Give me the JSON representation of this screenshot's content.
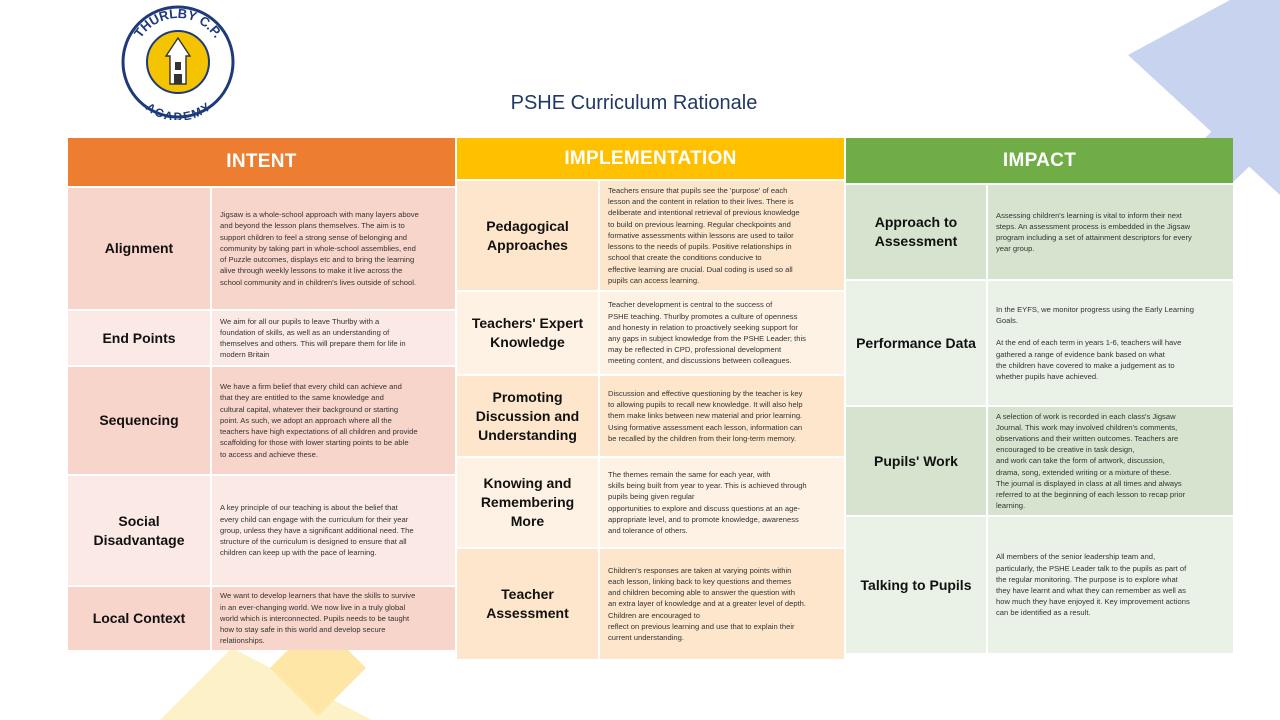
{
  "title": "PSHE Curriculum Rationale",
  "logo": {
    "top_text": "THURLBY C.P.",
    "bottom_text": "ACADEMY"
  },
  "colors": {
    "intent_header": "#ed7d31",
    "intent_odd": "#f8d5cb",
    "intent_even": "#fbe9e5",
    "impl_header": "#ffc000",
    "impl_odd": "#fde6cc",
    "impl_even": "#fef2e5",
    "impact_header": "#70ad47",
    "impact_odd": "#d6e4cf",
    "impact_even": "#eaf1e7"
  },
  "intent": {
    "header": "INTENT",
    "rows": [
      {
        "label": "Alignment",
        "text": "Jigsaw is a whole-school approach with many layers above\nand beyond the lesson plans themselves. The aim is to\nsupport children to feel a strong sense of belonging and\ncommunity by taking part in whole-school assemblies, end\nof Puzzle outcomes, displays etc and to bring the learning\nalive through weekly lessons to make it live across the\nschool community and in children's lives outside of school."
      },
      {
        "label": "End Points",
        "text": "We aim for all our pupils to leave Thurlby with a\nfoundation of skills, as well as an understanding of\nthemselves and others. This will prepare them for life in\nmodern Britain"
      },
      {
        "label": "Sequencing",
        "text": "We have a firm belief that every child can achieve and\nthat they are entitled to the same knowledge and\ncultural capital, whatever their background or starting\npoint. As such, we adopt an approach where all the\nteachers have high expectations of all children and provide\nscaffolding for those with lower starting points to be able\nto access and achieve these."
      },
      {
        "label": "Social Disadvantage",
        "text": "A key principle of our teaching is about the belief that\nevery child can engage with the curriculum for their year\ngroup, unless they have a significant additional need. The\nstructure of the curriculum is designed to ensure that all\nchildren can keep up with the pace of learning."
      },
      {
        "label": "Local Context",
        "text": "We want to develop learners that have the skills to survive\nin an ever-changing world. We now live in a truly global\nworld which is interconnected. Pupils needs to be taught\nhow to stay safe in this world and develop secure\nrelationships."
      }
    ]
  },
  "implementation": {
    "header": "IMPLEMENTATION",
    "rows": [
      {
        "label": "Pedagogical Approaches",
        "text": "Teachers ensure that pupils see the 'purpose' of each\nlesson and the content in relation to their lives. There is\ndeliberate and intentional retrieval of previous knowledge\nto build on previous learning. Regular checkpoints and\nformative assessments within lessons are used to tailor\nlessons to the needs of pupils. Positive relationships in\nschool that create the conditions conducive to\neffective learning are crucial. Dual coding is used so all\npupils can access learning."
      },
      {
        "label": "Teachers' Expert Knowledge",
        "text": "Teacher development is central to the success of\nPSHE teaching. Thurlby promotes a culture of openness\nand honesty in relation to proactively seeking support for\nany gaps in subject knowledge from the PSHE Leader; this\nmay be reflected in CPD, professional development\nmeeting content, and discussions between colleagues."
      },
      {
        "label": "Promoting Discussion and Understanding",
        "text": "Discussion and effective questioning by the teacher is key\nto allowing pupils to recall new knowledge. It will also help\nthem make links between new material and prior learning.\nUsing formative assessment each lesson, information can\nbe recalled by the children from their long-term memory."
      },
      {
        "label": "Knowing and Remembering More",
        "text": "The themes remain the same for each year, with\nskills being built from year to year. This is achieved through\npupils being given regular\nopportunities to explore and discuss questions at an age-\nappropriate level, and to promote knowledge, awareness\nand tolerance of others."
      },
      {
        "label": "Teacher Assessment",
        "text": "Children's responses are taken at varying points within\neach lesson, linking back to key questions and themes\nand children becoming able to answer the question with\nan extra layer of knowledge and at a greater level of depth.\nChildren are encouraged to\nreflect on previous learning and use that to explain their\ncurrent understanding."
      }
    ]
  },
  "impact": {
    "header": "IMPACT",
    "rows": [
      {
        "label": "Approach to Assessment",
        "text": "Assessing children's learning is vital to inform their next\nsteps. An assessment process is embedded in the Jigsaw\nprogram including a set of attainment descriptors for every\nyear group."
      },
      {
        "label": "Performance Data",
        "text": "In the EYFS, we monitor progress using the Early Learning\nGoals.\n\nAt the end of each term in years 1-6, teachers will have\ngathered a range of evidence bank based on what\nthe children have covered to make a judgement as to\nwhether pupils have achieved."
      },
      {
        "label": "Pupils' Work",
        "text": "A selection of work is recorded in each class's Jigsaw\nJournal. This work may involved children's comments,\nobservations and their written outcomes. Teachers are\nencouraged to be creative in task design,\nand work can take the form of artwork, discussion,\ndrama, song, extended writing or a mixture of these.\nThe journal is displayed in class at all times and always\nreferred to at the beginning of each lesson to recap prior\nlearning."
      },
      {
        "label": "Talking to Pupils",
        "text": "All members of the senior leadership team and,\nparticularly, the PSHE Leader talk to the pupils as part of\nthe regular monitoring. The purpose is to explore what\nthey have learnt and what they can remember as well as\nhow much they have enjoyed it. Key improvement actions\ncan be identified as a result."
      }
    ]
  }
}
